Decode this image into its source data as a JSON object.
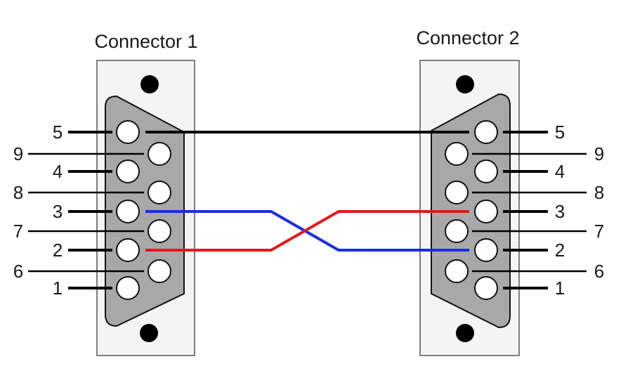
{
  "connector_1": {
    "title": "Connector 1",
    "pin_labels": [
      "1",
      "2",
      "3",
      "4",
      "5",
      "6",
      "7",
      "8",
      "9"
    ]
  },
  "connector_2": {
    "title": "Connector 2",
    "pin_labels": [
      "1",
      "2",
      "3",
      "4",
      "5",
      "6",
      "7",
      "8",
      "9"
    ]
  },
  "wires": [
    {
      "from_pin": 5,
      "to_pin": 5,
      "color": "#000000"
    },
    {
      "from_pin": 3,
      "to_pin": 2,
      "color": "#1a2ee0"
    },
    {
      "from_pin": 2,
      "to_pin": 3,
      "color": "#e01a1a"
    }
  ],
  "colors": {
    "panel_background": "#f4f4f4",
    "panel_border": "#555555",
    "shell_fill": "#a8a8a8",
    "shell_border": "#111111",
    "pin_fill": "#ffffff",
    "screw_hole": "#000000"
  }
}
